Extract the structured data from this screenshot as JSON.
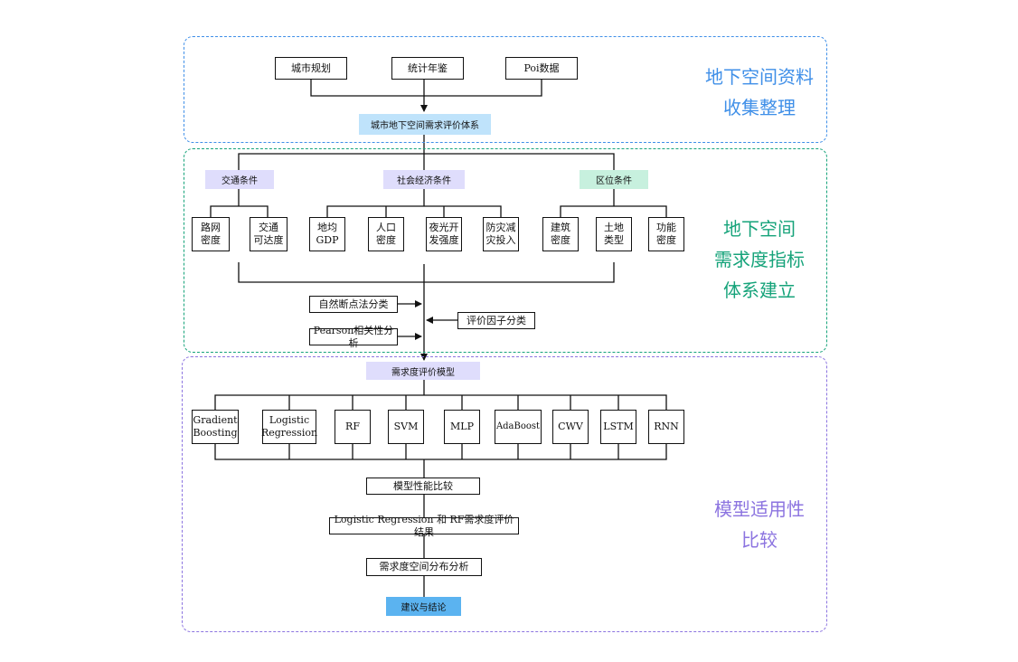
{
  "regions": {
    "collect": "地下空间资料\n收集整理",
    "index": "地下空间\n需求度指标\n体系建立",
    "compare": "模型适用性\n比较"
  },
  "sources": [
    "城市规划",
    "统计年鉴",
    "Poi数据"
  ],
  "system_title": "城市地下空间需求评价体系",
  "categories": [
    "交通条件",
    "社会经济条件",
    "区位条件"
  ],
  "factors": {
    "traffic": [
      "路网\n密度",
      "交通\n可达度"
    ],
    "social": [
      "地均\nGDP",
      "人口\n密度",
      "夜光开\n发强度",
      "防灾减\n灾投入"
    ],
    "location": [
      "建筑\n密度",
      "土地\n类型",
      "功能\n密度"
    ]
  },
  "methods": {
    "natural_breaks": "自然断点法分类",
    "factor_class": "评价因子分类",
    "pearson": "Pearson相关性分析"
  },
  "model_title": "需求度评价模型",
  "models": [
    "Gradient\nBoosting",
    "Logistic\nRegression",
    "RF",
    "SVM",
    "MLP",
    "AdaBoost",
    "CWV",
    "LSTM",
    "RNN"
  ],
  "steps": {
    "compare_perf": "模型性能比较",
    "results": "Logistic Regression 和 RF需求度评价结果",
    "spatial": "需求度空间分布分析",
    "conclusion": "建议与结论"
  },
  "colors": {
    "collect_border": "#3f8fe8",
    "index_border": "#16a37a",
    "compare_border": "#8c74e0",
    "light_blue": "#bfe3fb",
    "lavender": "#dfddfc",
    "mint": "#c7f0de",
    "mid_blue": "#5bb3f0"
  }
}
